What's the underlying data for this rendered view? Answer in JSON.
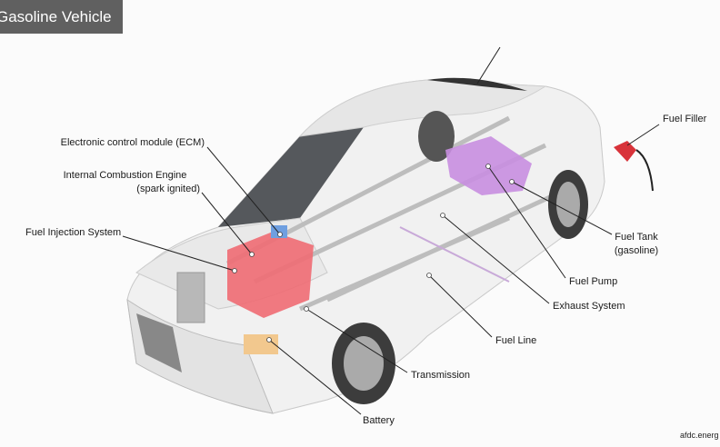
{
  "title": "Gasoline Vehicle",
  "credit": "afdc.energ",
  "labels": {
    "ecm": "Electronic control module (ECM)",
    "engine_1": "Internal Combustion Engine",
    "engine_2": "(spark ignited)",
    "fuel_injection": "Fuel Injection System",
    "fuel_filler": "Fuel Filler",
    "fuel_tank_1": "Fuel Tank",
    "fuel_tank_2": "(gasoline)",
    "fuel_pump": "Fuel Pump",
    "exhaust": "Exhaust System",
    "fuel_line": "Fuel Line",
    "transmission": "Transmission",
    "battery": "Battery"
  },
  "colors": {
    "engine": "#ef6b73",
    "tank": "#c88ee0",
    "ecm": "#6f9fe0",
    "battery": "#f2c88e",
    "nozzle": "#d8333a"
  }
}
